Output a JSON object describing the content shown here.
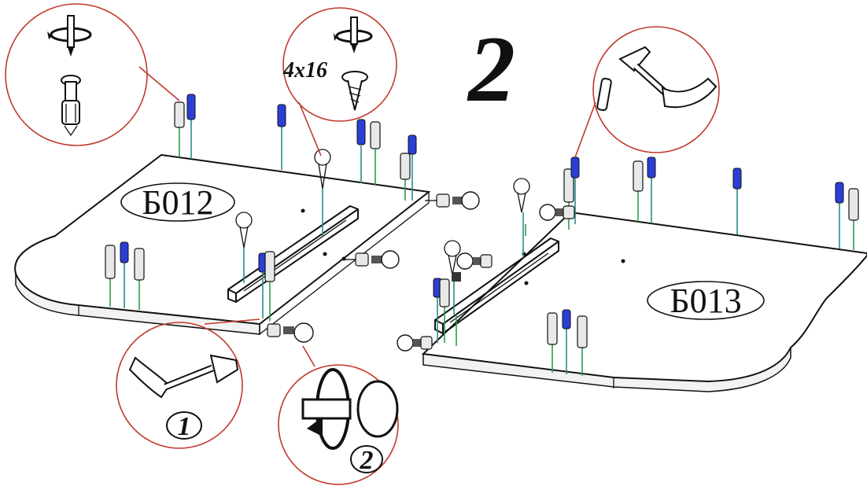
{
  "step_number": "2",
  "screw_size": "4x16",
  "panels": {
    "left": "Б012",
    "right": "Б013"
  },
  "callouts": {
    "hammer_order": "1",
    "turn_order": "2"
  },
  "icons": {
    "cam_bolt": "screwdriver-rotate-icon",
    "wood_screw": "screw-icon",
    "hammer": "hammer-icon",
    "cam_lock": "cam-lock-icon"
  },
  "colors": {
    "callout_line": "#c0392b",
    "dowel_blue": "#2b3fd6",
    "guide_green": "#2e9e4f"
  }
}
